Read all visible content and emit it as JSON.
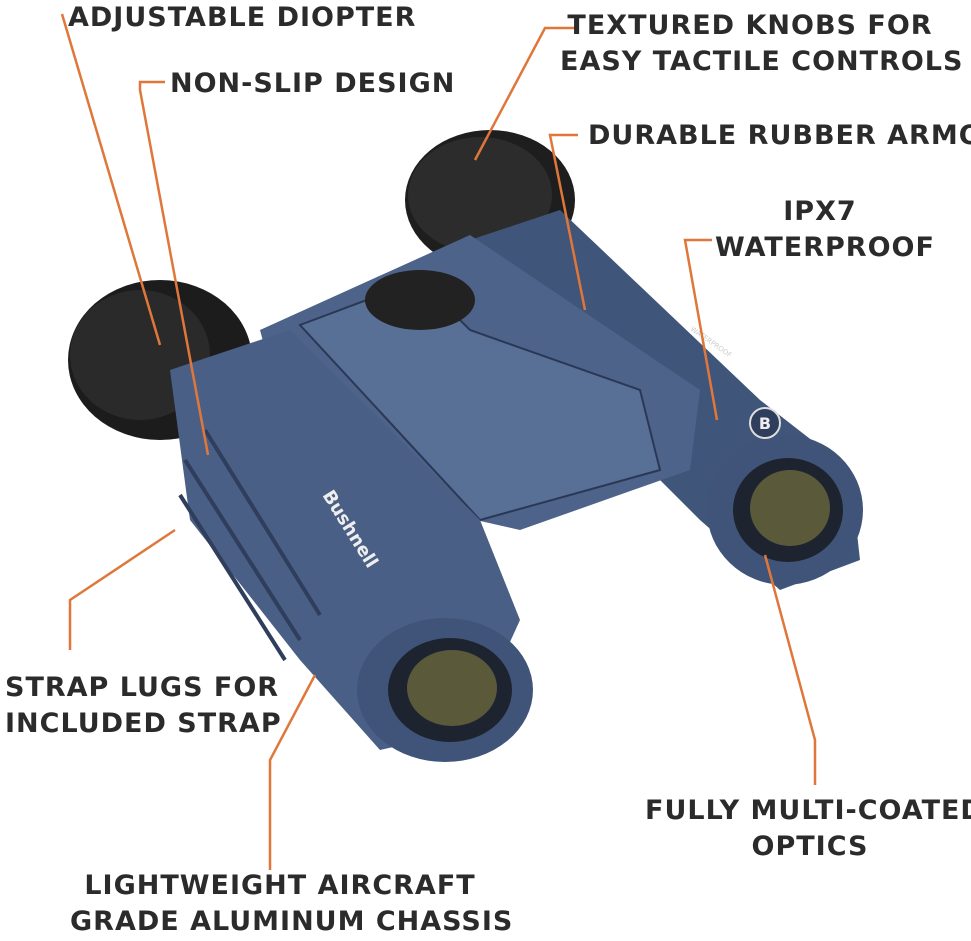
{
  "labels": {
    "diopter": "ADJUSTABLE DIOPTER",
    "non_slip": "NON-SLIP DESIGN",
    "knobs_1": "TEXTURED KNOBS FOR",
    "knobs_2": "EASY TACTILE CONTROLS",
    "armor": "DURABLE RUBBER ARMOR",
    "ipx7_1": "IPX7",
    "ipx7_2": "WATERPROOF",
    "strap_1": "STRAP LUGS FOR",
    "strap_2": "INCLUDED STRAP",
    "chassis_1": "LIGHTWEIGHT AIRCRAFT",
    "chassis_2": "GRADE ALUMINUM CHASSIS",
    "optics_1": "FULLY MULTI-COATED",
    "optics_2": "OPTICS"
  },
  "product": {
    "brand_logo": "Bushnell",
    "body_print": "WATERPROOF",
    "badge": "B"
  },
  "colors": {
    "leader": "#e0773a",
    "body": "#4a5f85",
    "body_dark": "#2e3e5c",
    "rubber": "#1e1e1e",
    "text": "#2b2b2b"
  }
}
